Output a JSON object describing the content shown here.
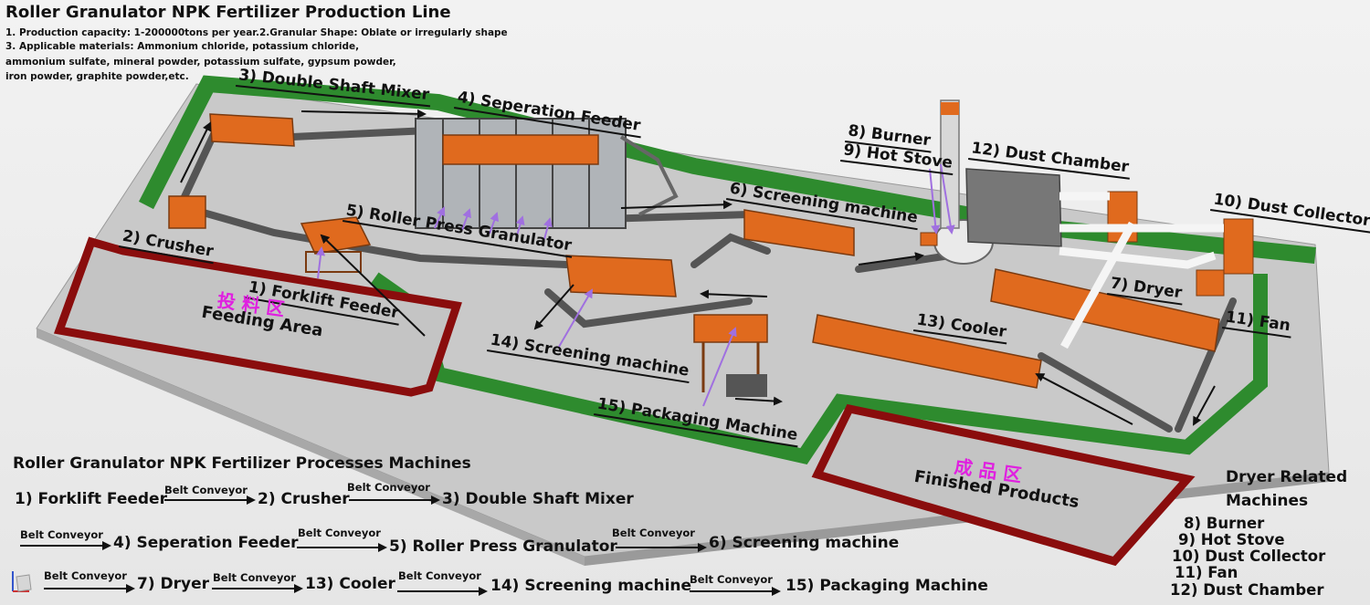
{
  "header": {
    "title": "Roller Granulator NPK Fertilizer Production Line",
    "spec_lines": [
      "1. Production capacity: 1-200000tons per year.2.Granular Shape: Oblate or irregularly shape",
      "3. Applicable materials: Ammonium chloride, potassium chloride,",
      "ammonium sulfate, mineral powder, potassium sulfate, gypsum powder,",
      "iron powder, graphite powder,etc."
    ]
  },
  "diagram_labels": {
    "l1": "1) Forklift Feeder",
    "l2": "2) Crusher",
    "l3": "3) Double  Shaft Mixer",
    "l4": "4) Seperation Feeder",
    "l5": "5) Roller Press Granulator",
    "l6": "6) Screening machine",
    "l7": "7) Dryer",
    "l8": "8) Burner",
    "l9": "9) Hot Stove",
    "l10": "10) Dust Collector",
    "l11": "11) Fan",
    "l12": "12) Dust Chamber",
    "l13": "13) Cooler",
    "l14": "14) Screening machine",
    "l15": "15) Packaging Machine"
  },
  "zones": {
    "feeding_cn": "投 料 区",
    "feeding_en": "Feeding Area",
    "finished_cn": "成 品 区",
    "finished_en": "Finished Products"
  },
  "flow": {
    "title": "Roller Granulator NPK Fertilizer Processes Machines",
    "conveyor": "Belt Conveyor",
    "row1": [
      "1) Forklift Feeder",
      "2) Crusher",
      "3) Double  Shaft Mixer"
    ],
    "row2": [
      "4) Seperation Feeder",
      "5) Roller Press Granulator",
      "6) Screening machine"
    ],
    "row3": [
      "7) Dryer",
      "13) Cooler",
      "14) Screening machine",
      "15) Packaging Machine"
    ]
  },
  "dryer_related": {
    "heading": "Dryer Related Machines",
    "items": [
      "8) Burner",
      "9) Hot Stove",
      "10) Dust Collector",
      "11) Fan",
      "12) Dust Chamber"
    ]
  },
  "colors": {
    "floor": "#c8c8c8",
    "green": "#2e8b2e",
    "zone_red": "#8a0d0d",
    "machine_orange": "#e06a1e",
    "steel": "#555555",
    "highlight_arrow": "#a070e0",
    "zone_text": "#e020e0"
  }
}
